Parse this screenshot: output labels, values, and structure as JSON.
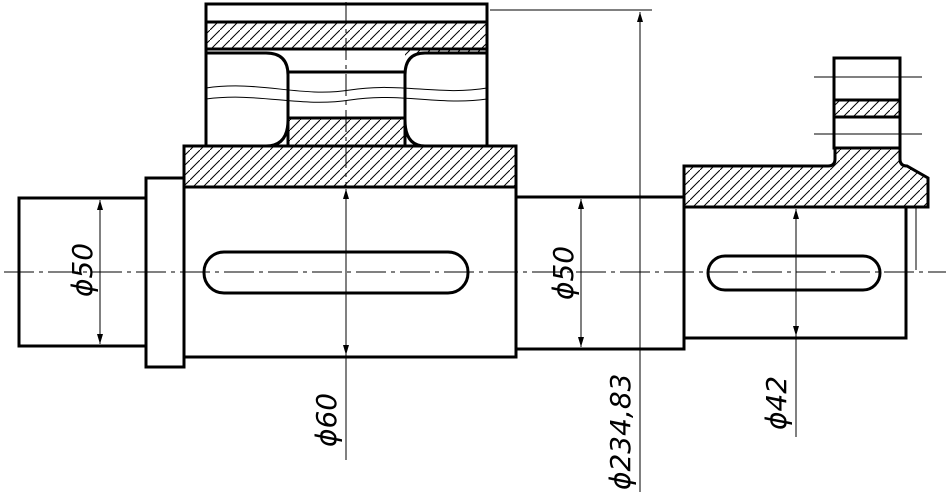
{
  "dimensions": {
    "left_journal": "ϕ50",
    "hub": "ϕ60",
    "middle_journal": "ϕ50",
    "gear_tip": "ϕ234,83",
    "right_shaft": "ϕ42"
  },
  "colors": {
    "line": "#000000",
    "background": "#ffffff"
  }
}
